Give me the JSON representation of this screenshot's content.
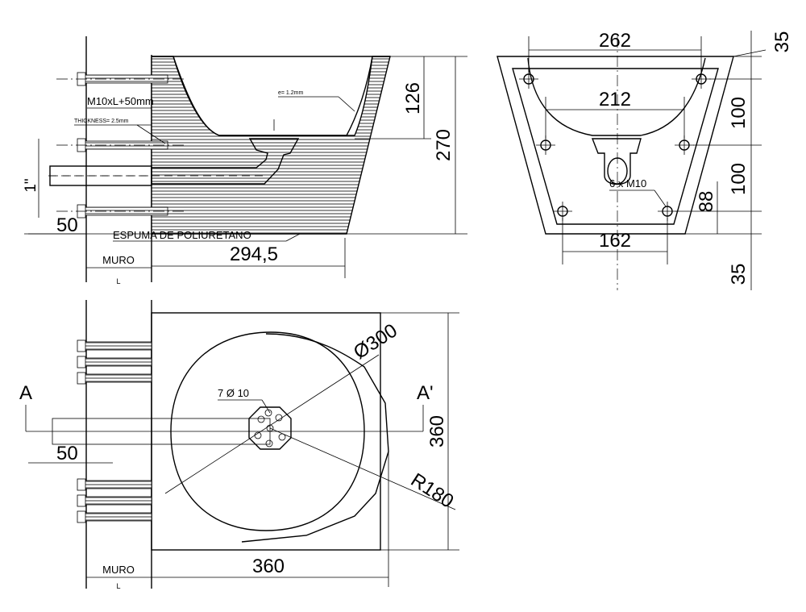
{
  "side_view": {
    "bolt_label": "M10xL+50mm",
    "thickness_label": "THICKNESS= 2.5mm",
    "shell_label": "e= 1.2mm",
    "foam_label": "ESPUMA DE POLIURETANO",
    "pipe_label": "1\"",
    "dim_126": "126",
    "dim_270": "270",
    "dim_50": "50",
    "dim_294": "294,5",
    "wall_label": "MURO",
    "length_label": "L"
  },
  "front_view": {
    "dim_262": "262",
    "dim_212": "212",
    "dim_162": "162",
    "dim_35_top": "35",
    "dim_100_a": "100",
    "dim_100_b": "100",
    "dim_88": "88",
    "dim_35_bottom": "35",
    "holes_label": "6 x M10"
  },
  "plan_view": {
    "section_a": "A",
    "section_a_prime": "A'",
    "drain_label": "7 Ø 10",
    "diameter_label": "Ø300",
    "radius_label": "R180",
    "dim_360_h": "360",
    "dim_360_v": "360",
    "dim_50": "50",
    "wall_label": "MURO",
    "length_label": "L"
  }
}
